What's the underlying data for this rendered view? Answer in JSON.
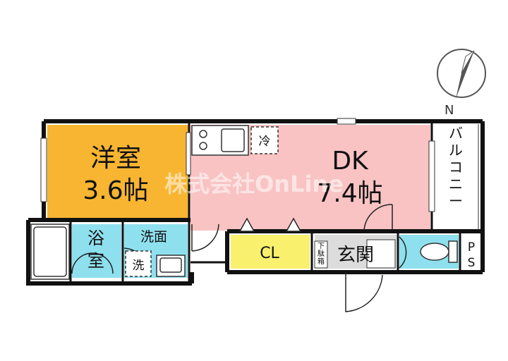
{
  "compass": {
    "label": "N"
  },
  "rooms": {
    "western": {
      "name": "洋室",
      "size": "3.6帖",
      "color": "#f7b531"
    },
    "dk": {
      "name": "DK",
      "size": "7.4帖",
      "color": "#f9c3c3"
    },
    "balcony": {
      "label": "バルコニー"
    },
    "bath": {
      "line1": "浴",
      "line2": "室",
      "color": "#8ee0ee"
    },
    "washroom": {
      "label": "洗面",
      "color": "#8ee0ee"
    },
    "washer": {
      "label": "洗"
    },
    "fridge": {
      "label": "冷"
    },
    "closet": {
      "label": "CL",
      "color": "#f9f06e"
    },
    "entrance": {
      "label": "玄関",
      "color": "#dcdcdc"
    },
    "shoe_box": {
      "label": "下駄箱"
    },
    "toilet": {
      "color": "#8ee0ee"
    },
    "ps": {
      "line1": "P",
      "line2": "S"
    }
  },
  "watermark": {
    "text": "株式会社OnLine"
  }
}
